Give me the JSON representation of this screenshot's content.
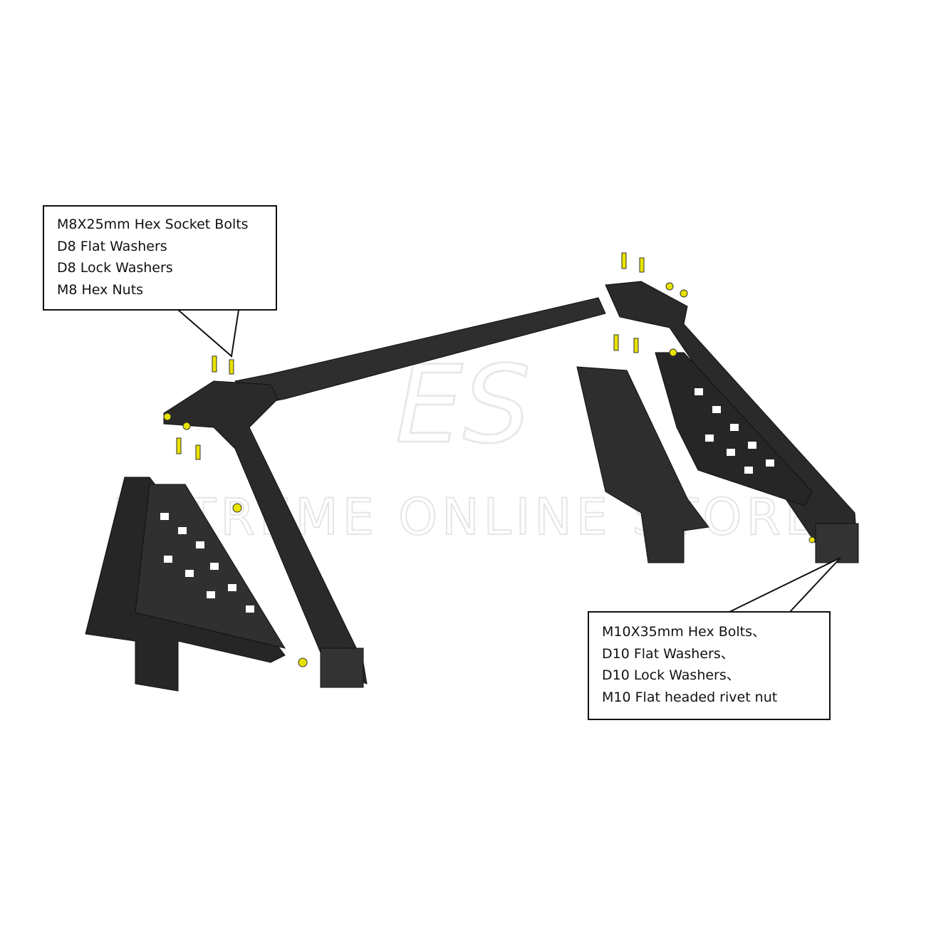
{
  "callouts": {
    "top_left": {
      "lines": [
        "M8X25mm Hex Socket Bolts",
        "D8 Flat Washers",
        "D8 Lock Washers",
        "M8 Hex Nuts"
      ]
    },
    "bottom_right": {
      "lines": [
        "M10X35mm Hex Bolts、",
        "D10 Flat Washers、",
        "D10 Lock Washers、",
        "M10 Flat headed rivet nut"
      ]
    }
  },
  "watermark": {
    "text": "EXTREME ONLINE STORE",
    "logo": "ES"
  },
  "colors": {
    "part": "#2b2b2b",
    "hardware": "#e8e200",
    "line": "#111111"
  }
}
